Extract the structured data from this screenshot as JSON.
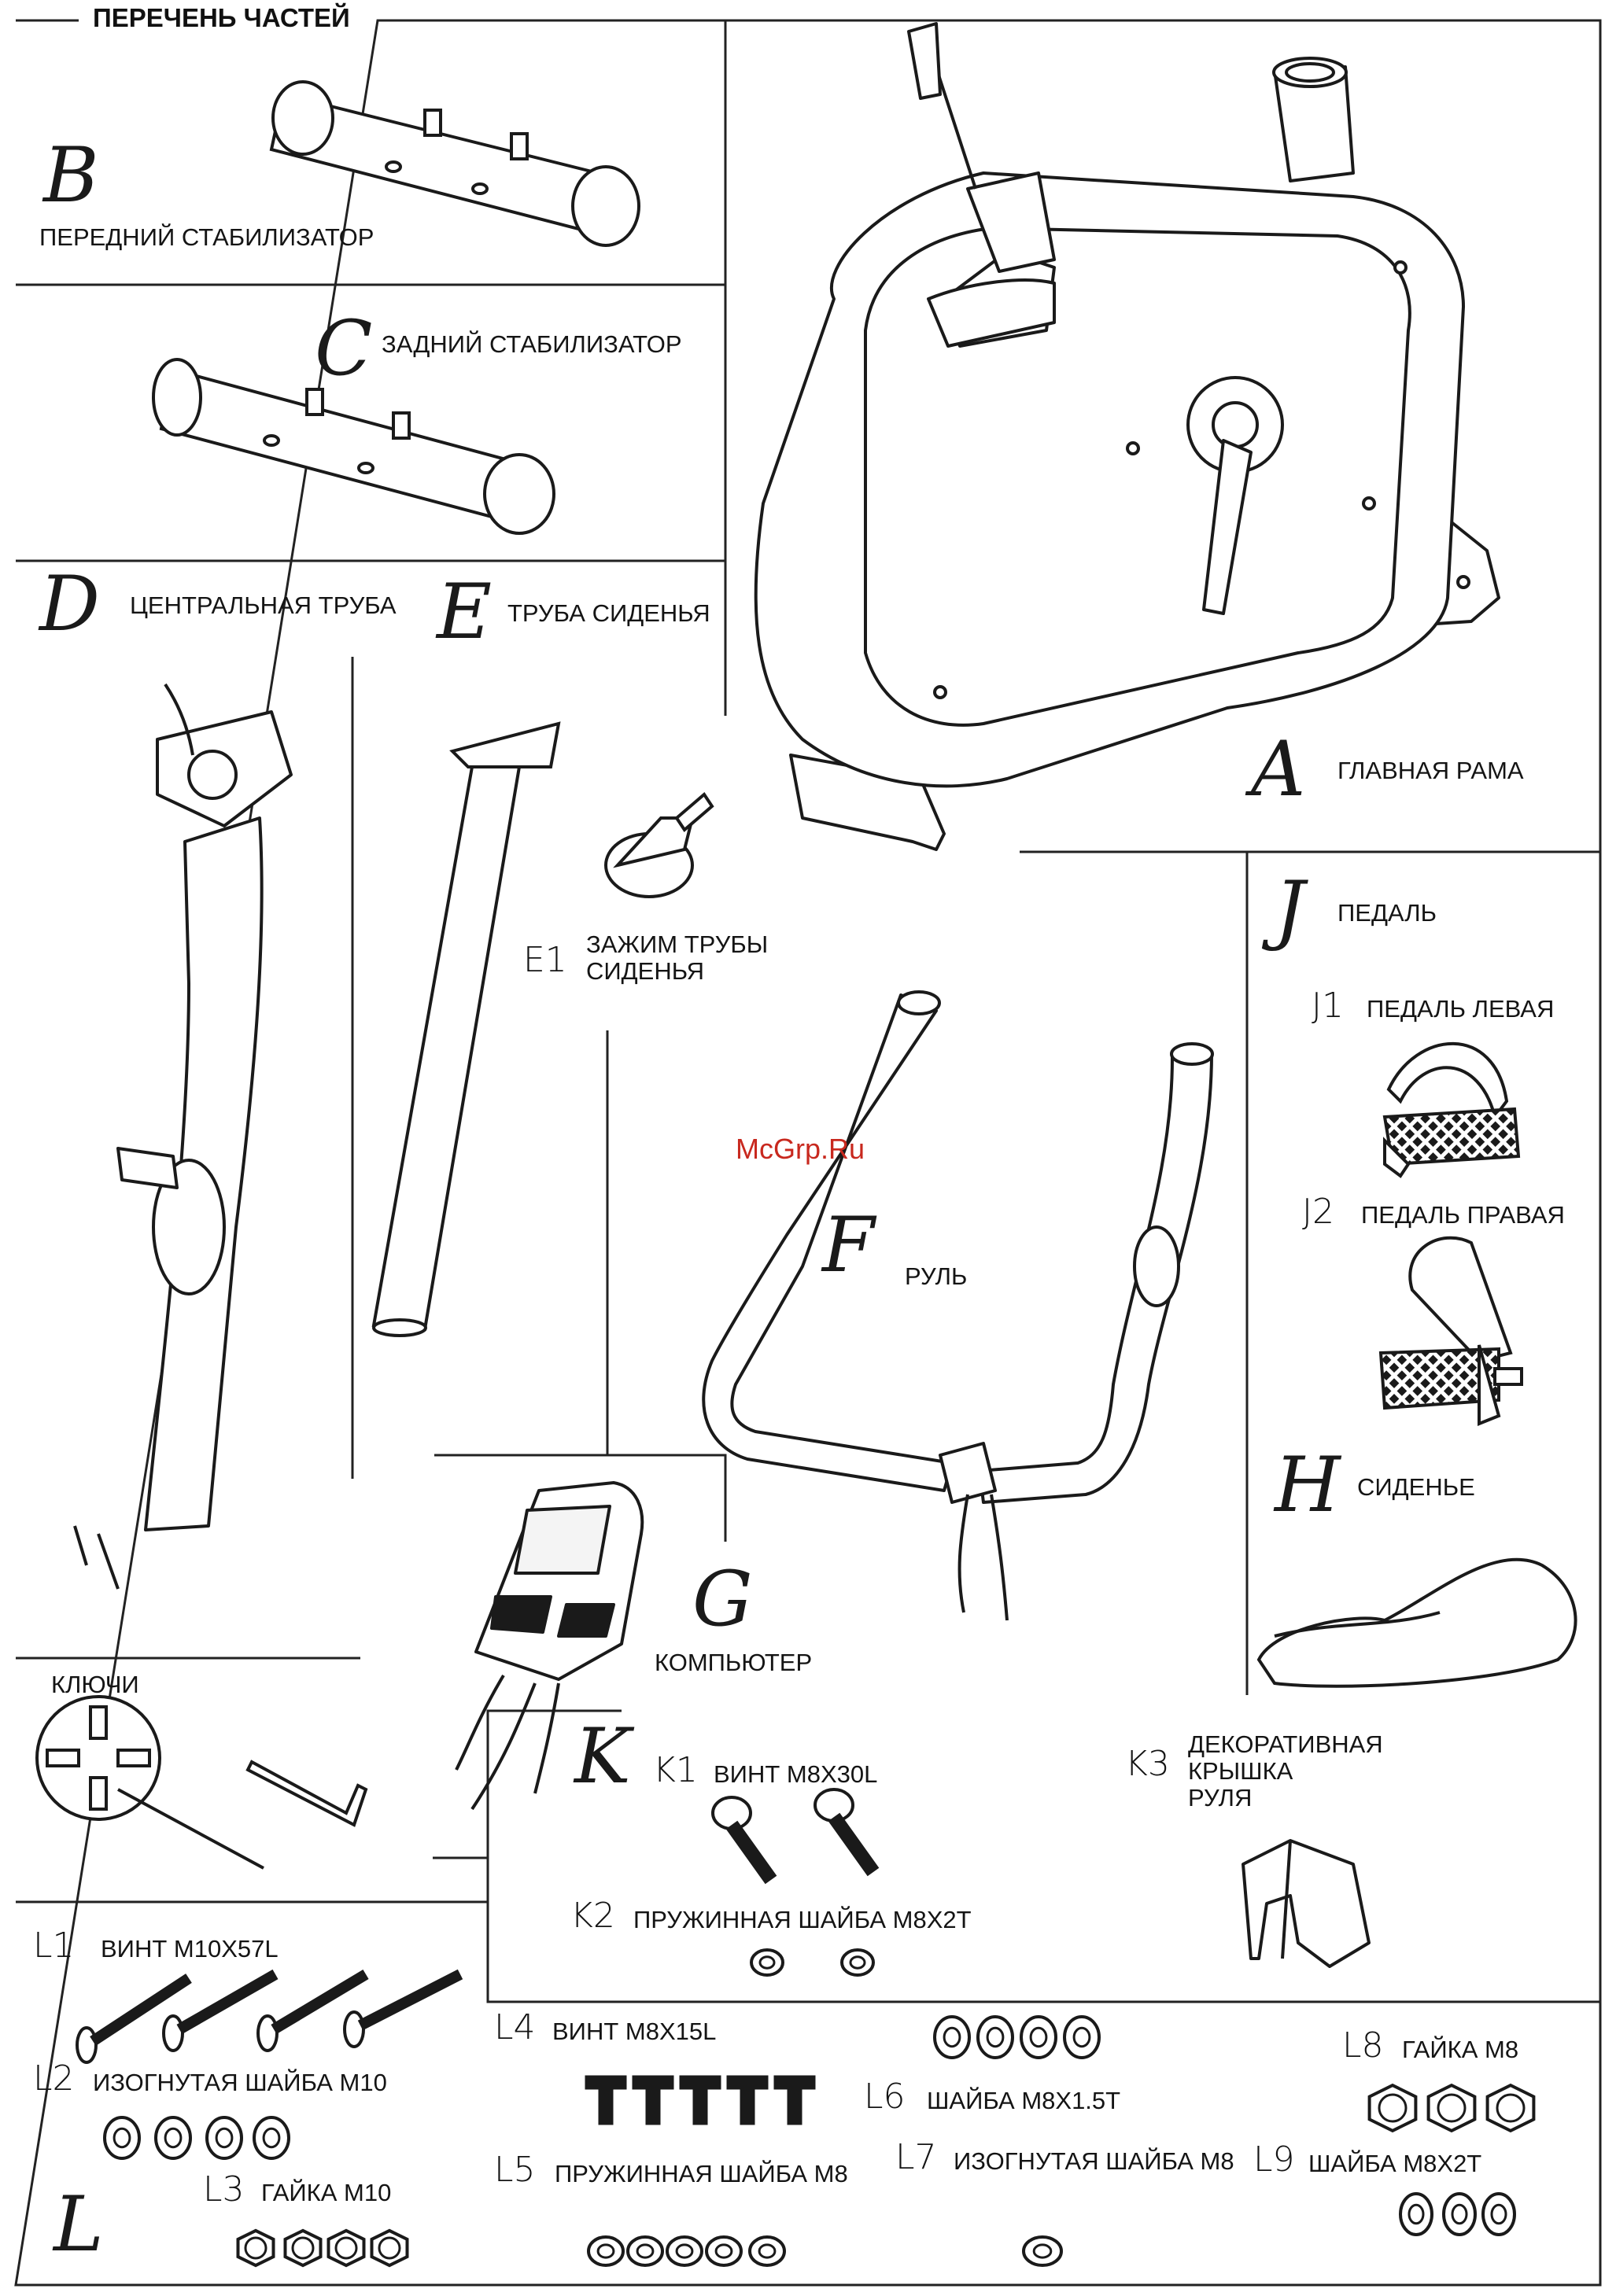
{
  "title": "ПЕРЕЧЕНЬ ЧАСТЕЙ",
  "watermark": "McGrp.Ru",
  "parts": {
    "A": {
      "letter": "A",
      "name": "ГЛАВНАЯ РАМА"
    },
    "B": {
      "letter": "B",
      "name": "ПЕРЕДНИЙ СТАБИЛИЗАТОР"
    },
    "C": {
      "letter": "C",
      "name": "ЗАДНИЙ СТАБИЛИЗАТОР"
    },
    "D": {
      "letter": "D",
      "name": "ЦЕНТРАЛЬНАЯ ТРУБА"
    },
    "E": {
      "letter": "E",
      "name": "ТРУБА СИДЕНЬЯ"
    },
    "E1": {
      "code": "E1",
      "line1": "ЗАЖИМ ТРУБЫ",
      "line2": "СИДЕНЬЯ"
    },
    "F": {
      "letter": "F",
      "name": "РУЛЬ"
    },
    "G": {
      "letter": "G",
      "name": "КОМПЬЮТЕР"
    },
    "H": {
      "letter": "H",
      "name": "СИДЕНЬЕ"
    },
    "J": {
      "letter": "J",
      "name": "ПЕДАЛЬ"
    },
    "J1": {
      "code": "J1",
      "name": "ПЕДАЛЬ ЛЕВАЯ"
    },
    "J2": {
      "code": "J2",
      "name": "ПЕДАЛЬ ПРАВАЯ"
    },
    "K": {
      "letter": "K"
    },
    "K1": {
      "code": "K1",
      "name": "ВИНТ M8X30L"
    },
    "K2": {
      "code": "K2",
      "name": "ПРУЖИННАЯ ШАЙБА M8X2T"
    },
    "K3": {
      "code": "K3",
      "line1": "ДЕКОРАТИВНАЯ",
      "line2": "КРЫШКА",
      "line3": "РУЛЯ"
    },
    "keys": {
      "name": "КЛЮЧИ"
    },
    "L": {
      "letter": "L"
    },
    "L1": {
      "code": "L1",
      "name": "ВИНТ M10X57L"
    },
    "L2": {
      "code": "L2",
      "name": "ИЗОГНУТАЯ ШАЙБА M10"
    },
    "L3": {
      "code": "L3",
      "name": "ГАЙКА M10"
    },
    "L4": {
      "code": "L4",
      "name": "ВИНТ M8X15L"
    },
    "L5": {
      "code": "L5",
      "name": "ПРУЖИННАЯ ШАЙБА M8"
    },
    "L6": {
      "code": "L6",
      "name": "ШАЙБА M8X1.5T"
    },
    "L7": {
      "code": "L7",
      "name": "ИЗОГНУТАЯ ШАЙБА M8"
    },
    "L8": {
      "code": "L8",
      "name": "ГАЙКА M8"
    },
    "L9": {
      "code": "L9",
      "name": "ШАЙБА M8X2T"
    }
  }
}
